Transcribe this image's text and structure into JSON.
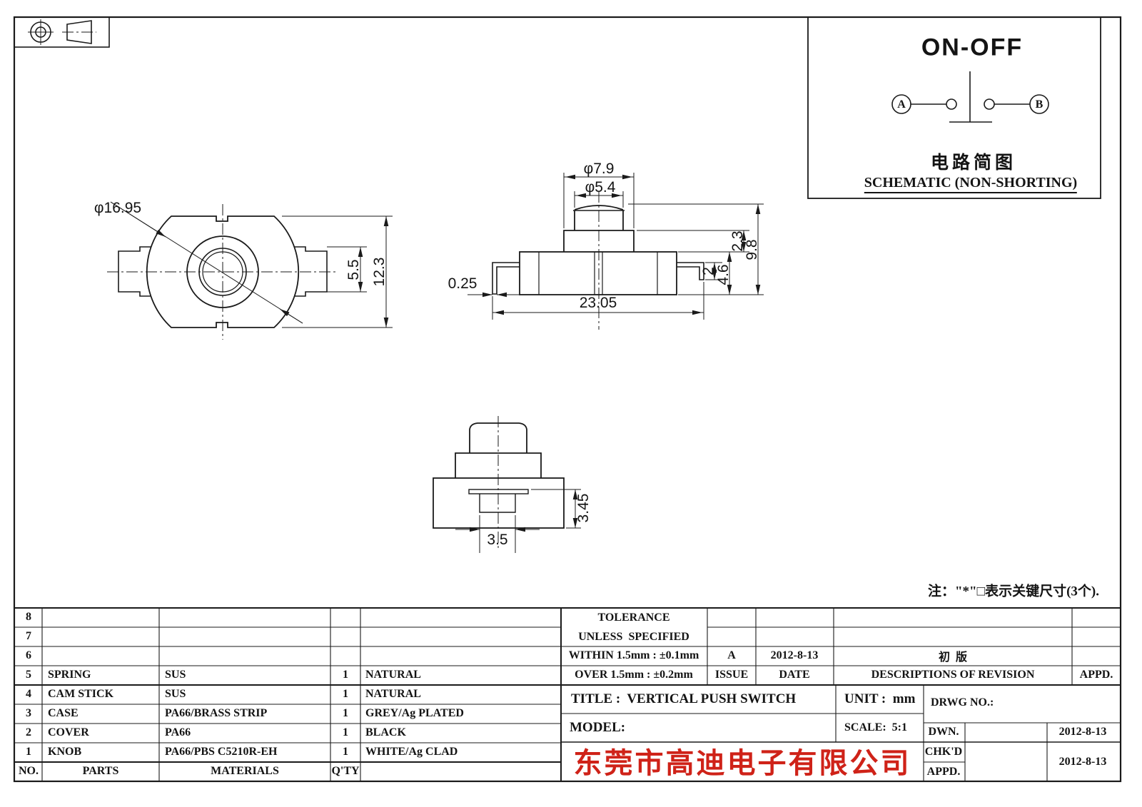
{
  "sheet": {
    "line_color": "#1a1a1a",
    "icons": {
      "projection": "first-angle-projection-symbol",
      "key_dim_marker": "square-asterisk-marker"
    }
  },
  "schematic": {
    "title": "ON-OFF",
    "terminal_a": "A",
    "terminal_b": "B",
    "caption_cn": "电路简图",
    "caption_en": "SCHEMATIC (NON-SHORTING)"
  },
  "views": {
    "top": {
      "dims": {
        "diameter": "φ16.95",
        "tab_height": "5.5",
        "height": "12.3"
      }
    },
    "front": {
      "dims": {
        "collar_dia": "φ7.9",
        "button_dia": "φ5.4",
        "pin_thickness": "0.25",
        "total_width": "23.05",
        "pin_height": "2",
        "body_height": "4.6",
        "collar_height": "2.3",
        "total_height": "9.8"
      }
    },
    "side": {
      "dims": {
        "tab_width": "3.5",
        "tab_depth": "3.45"
      }
    }
  },
  "note": "注：\"*\"□表示关键尺寸(3个).",
  "parts_table": {
    "headers": {
      "no": "NO.",
      "parts": "PARTS",
      "materials": "MATERIALS",
      "qty": "Q'TY"
    },
    "rows": [
      {
        "no": "8",
        "parts": "",
        "materials": "",
        "qty": "",
        "finish": ""
      },
      {
        "no": "7",
        "parts": "",
        "materials": "",
        "qty": "",
        "finish": ""
      },
      {
        "no": "6",
        "parts": "",
        "materials": "",
        "qty": "",
        "finish": ""
      },
      {
        "no": "5",
        "parts": "SPRING",
        "materials": "SUS",
        "qty": "1",
        "finish": "NATURAL"
      },
      {
        "no": "4",
        "parts": "CAM STICK",
        "materials": "SUS",
        "qty": "1",
        "finish": "NATURAL"
      },
      {
        "no": "3",
        "parts": "CASE",
        "materials": "PA66/BRASS STRIP",
        "qty": "1",
        "finish": "GREY/Ag PLATED"
      },
      {
        "no": "2",
        "parts": "COVER",
        "materials": "PA66",
        "qty": "1",
        "finish": "BLACK"
      },
      {
        "no": "1",
        "parts": "KNOB",
        "materials": "PA66/PBS C5210R-EH",
        "qty": "1",
        "finish": "WHITE/Ag CLAD"
      }
    ]
  },
  "title_block": {
    "tolerance_line1": "TOLERANCE",
    "tolerance_line2": "UNLESS  SPECIFIED",
    "within": "WITHIN 1.5mm : ±0.1mm",
    "over": "OVER 1.5mm : ±0.2mm",
    "revision": {
      "issue": "A",
      "date": "2012-8-13",
      "description": "初  版"
    },
    "headers": {
      "issue": "ISSUE",
      "date": "DATE",
      "description": "DESCRIPTIONS OF REVISION",
      "appd": "APPD."
    },
    "title": "TITLE :  VERTICAL PUSH SWITCH",
    "unit": "UNIT :  mm",
    "drwg_no": "DRWG NO.:",
    "model": "MODEL:",
    "scale": "SCALE:  5:1",
    "dwn": "DWN.",
    "chkd": "CHK'D",
    "appd": "APPD.",
    "dwn_date": "2012-8-13",
    "chkd_date": "2012-8-13",
    "company": "东莞市高迪电子有限公司",
    "company_color": "#cf2218"
  }
}
